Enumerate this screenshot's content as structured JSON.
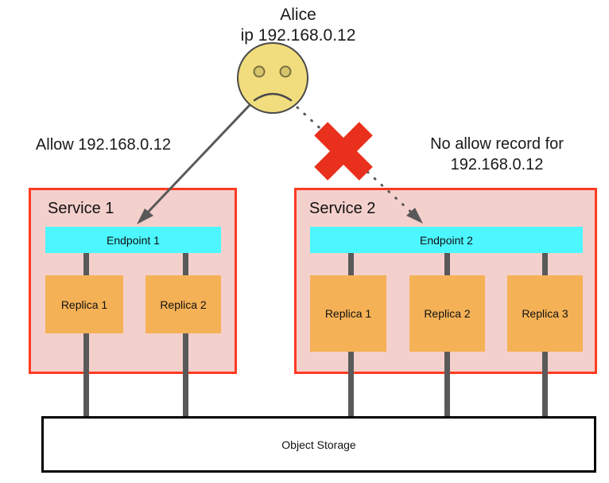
{
  "actor": {
    "name": "Alice",
    "ip_line": "ip 192.168.0.12",
    "face": "sad-face",
    "face_fill": "#F2DD7E",
    "face_stroke": "#4a4a4a"
  },
  "annotations": {
    "allow": "Allow 192.168.0.12",
    "deny": "No allow record for\n192.168.0.12",
    "deny_mark": "red-x-mark",
    "deny_mark_color": "#E8301C"
  },
  "services": [
    {
      "title": "Service 1",
      "endpoint": "Endpoint 1",
      "replicas": [
        "Replica 1",
        "Replica 2"
      ],
      "border_color": "#FF3B21",
      "fill_color": "#F4D0CC"
    },
    {
      "title": "Service 2",
      "endpoint": "Endpoint 2",
      "replicas": [
        "Replica 1",
        "Replica 2",
        "Replica 3"
      ],
      "border_color": "#FF3B21",
      "fill_color": "#F4D0CC"
    }
  ],
  "storage": {
    "label": "Object Storage",
    "border_color": "#000000"
  },
  "colors": {
    "endpoint": "#4DF7FF",
    "replica": "#F5B156",
    "connector": "#595959",
    "arrow": "#595959",
    "background": "#FFFFFF"
  }
}
